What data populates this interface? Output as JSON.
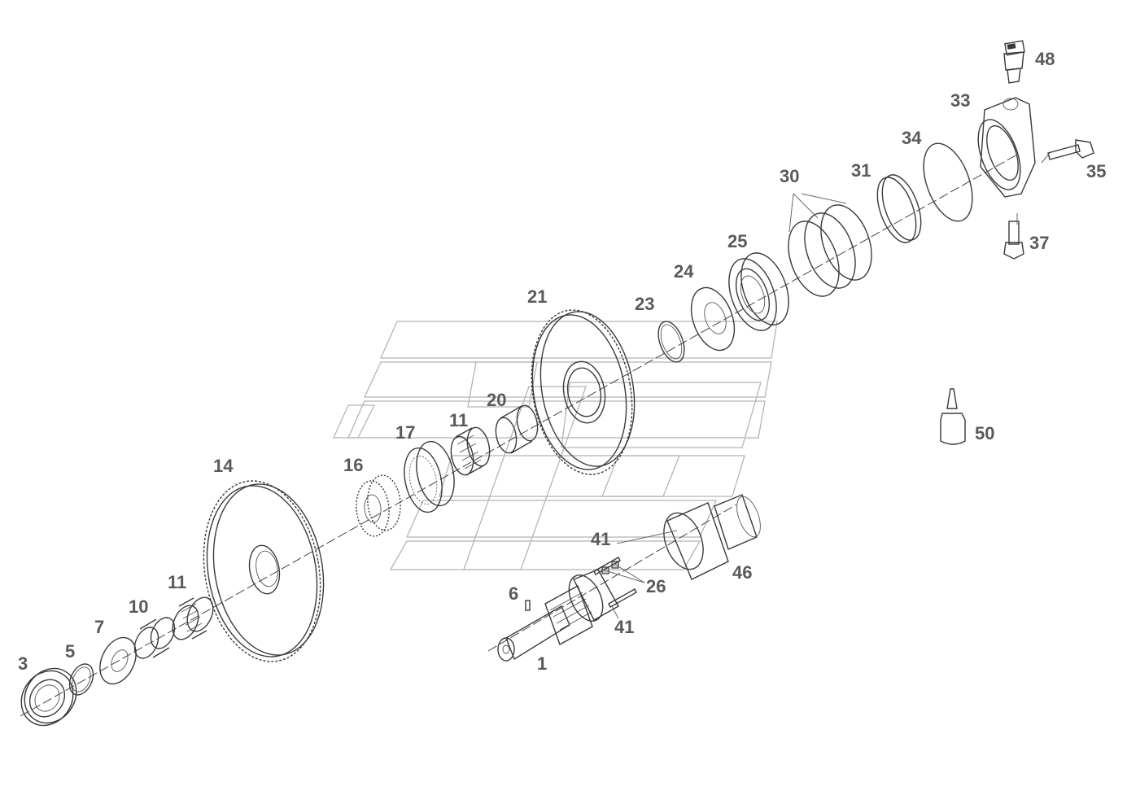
{
  "labels": {
    "p1": "1",
    "p3": "3",
    "p5": "5",
    "p6": "6",
    "p7": "7",
    "p10": "10",
    "p11a": "11",
    "p11b": "11",
    "p14": "14",
    "p16": "16",
    "p17": "17",
    "p20": "20",
    "p21": "21",
    "p23": "23",
    "p24": "24",
    "p25": "25",
    "p26": "26",
    "p30": "30",
    "p31": "31",
    "p33": "33",
    "p34": "34",
    "p35": "35",
    "p37": "37",
    "p41a": "41",
    "p41b": "41",
    "p46": "46",
    "p48": "48",
    "p50": "50"
  }
}
